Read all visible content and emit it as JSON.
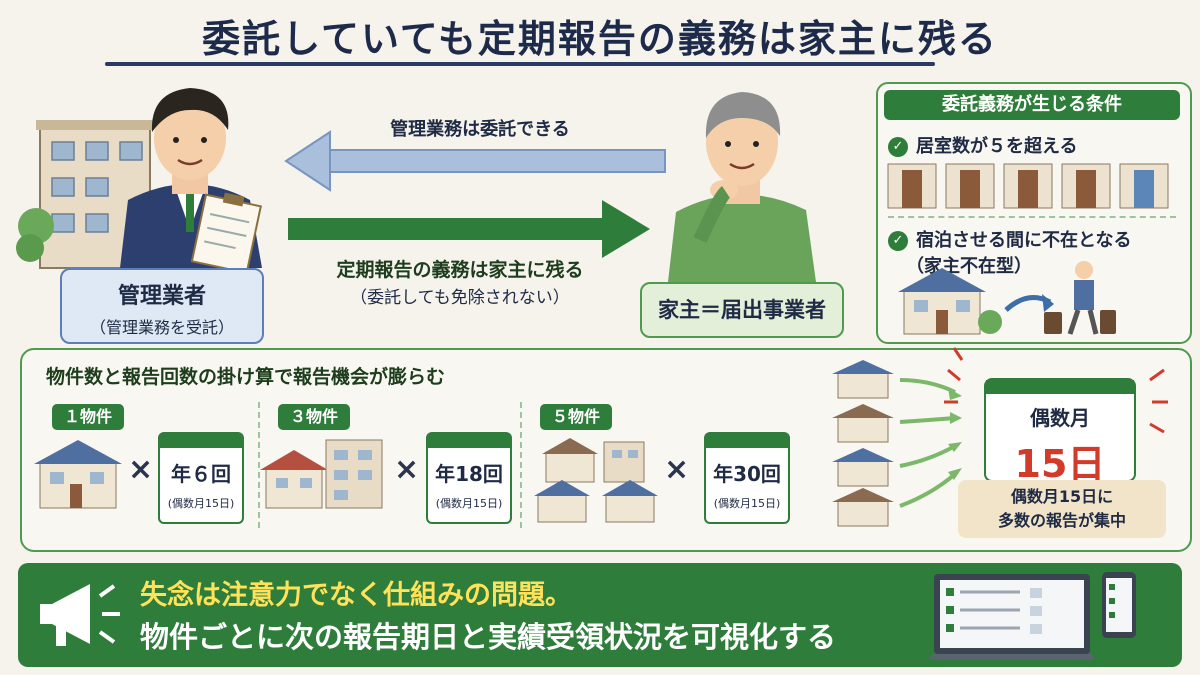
{
  "title": "委託していても定期報告の義務は家主に残る",
  "manager": {
    "label": "管理業者",
    "sub": "（管理業務を受託）"
  },
  "owner": {
    "label": "家主＝届出事業者"
  },
  "arrow_delegate": "管理業務は委託できる",
  "arrow_duty": {
    "line1": "定期報告の義務は家主に残る",
    "line2": "（委託しても免除されない）"
  },
  "conditions": {
    "title": "委託義務が生じる条件",
    "item1": "居室数が５を超える",
    "item2": "宿泊させる間に不在となる",
    "item2_sub": "（家主不在型）"
  },
  "multiply": {
    "title": "物件数と報告回数の掛け算で報告機会が膨らむ",
    "cases": [
      {
        "label": "１物件",
        "count": "年６回",
        "note": "(偶数月15日)"
      },
      {
        "label": "３物件",
        "count": "年18回",
        "note": "(偶数月15日)"
      },
      {
        "label": "５物件",
        "count": "年30回",
        "note": "(偶数月15日)"
      }
    ],
    "times": "×",
    "calendar": {
      "month": "偶数月",
      "day": "15日"
    },
    "note_line1": "偶数月15日に",
    "note_line2": "多数の報告が集中"
  },
  "banner": {
    "line1": "失念は注意力でなく仕組みの問題。",
    "line2": "物件ごとに次の報告期日と実績受領状況を可視化する"
  },
  "colors": {
    "green": "#2f7d3a",
    "blue_arrow": "#a9bfdc",
    "red": "#d23a2a",
    "navy": "#1e2a4a"
  }
}
